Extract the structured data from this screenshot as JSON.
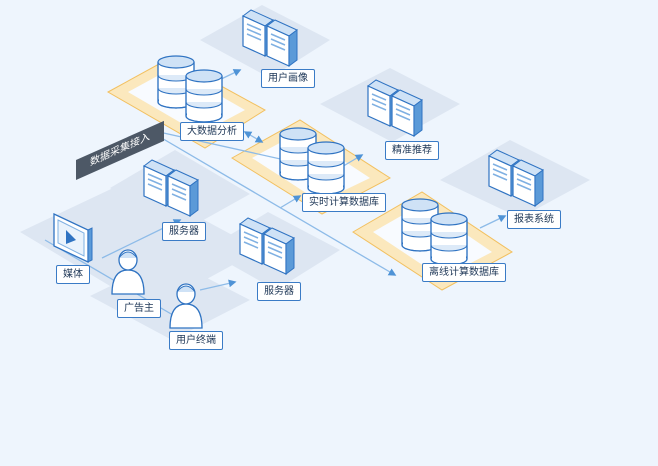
{
  "diagram": {
    "banner": "数据采集接入",
    "labels": {
      "media": "媒体",
      "advertiser": "广告主",
      "terminal": "用户终端",
      "server_a": "服务器",
      "server_b": "服务器",
      "big_data": "大数据分析",
      "user_profile": "用户画像",
      "realtime_db": "实时计算数据库",
      "recommend": "精准推荐",
      "offline_db": "离线计算数据库",
      "report": "报表系统"
    },
    "colors": {
      "background": "#eef5fd",
      "platform": "#dde6f2",
      "highlight": "#f2c060",
      "accent": "#2f73c2",
      "banner": "#4d5866"
    }
  }
}
